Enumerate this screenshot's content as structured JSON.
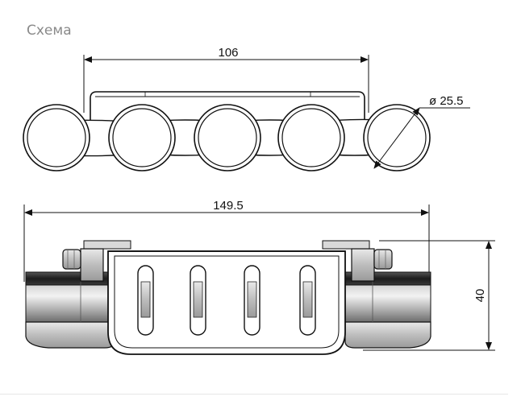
{
  "section": {
    "title": "Схема"
  },
  "drawing": {
    "top_view": {
      "width_dim": "106",
      "diameter_dim": "ø 25.5"
    },
    "side_view": {
      "length_dim": "149.5",
      "height_dim": "40"
    }
  }
}
